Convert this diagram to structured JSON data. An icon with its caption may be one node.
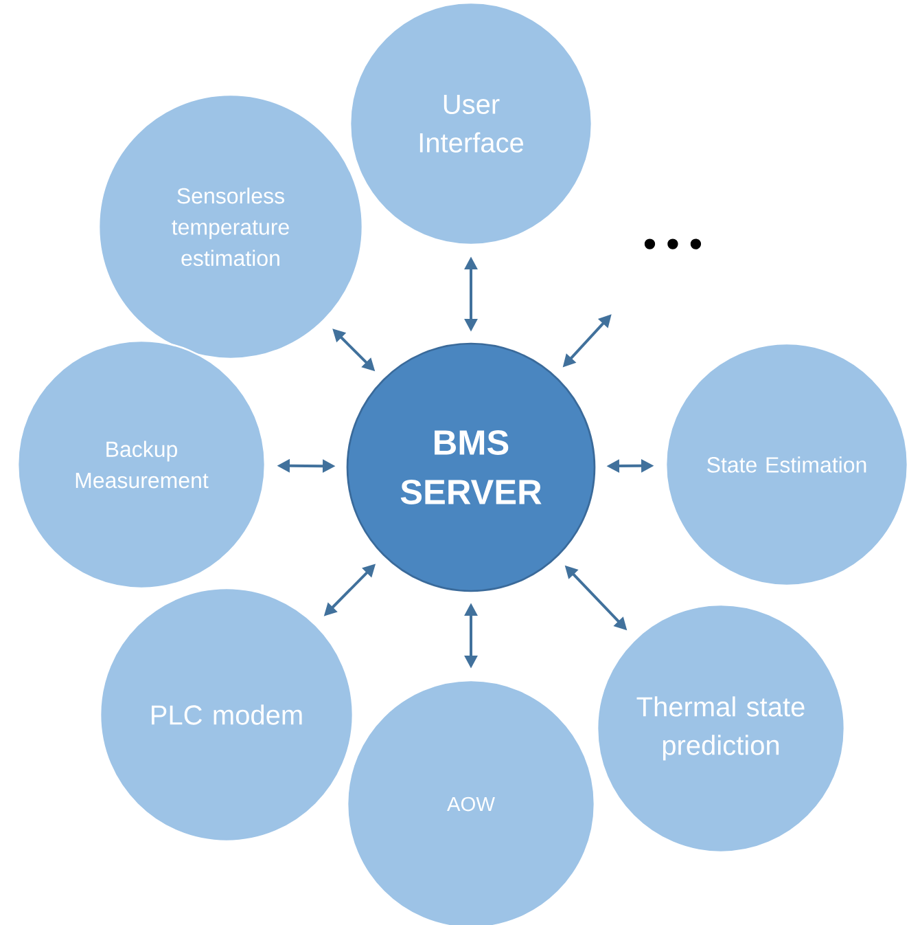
{
  "diagram": {
    "nodes": [
      {
        "text": [
          "Sensorless temperature estimation"
        ]
      },
      {
        "text": [
          "User Interface"
        ]
      },
      {
        "text": [
          "• • •"
        ]
      },
      {
        "text": [
          "Backup Measurement"
        ]
      },
      {
        "text": [
          "BMS SERVER"
        ]
      },
      {
        "text": [
          "State Estimation"
        ]
      },
      {
        "text": [
          "PLC modem"
        ]
      },
      {
        "text": [
          "Thermal state prediction"
        ]
      },
      {
        "text": [
          "AOW"
        ]
      }
    ],
    "edges": [
      {
        "from": 4,
        "to": 0,
        "arrow": "both"
      },
      {
        "from": 4,
        "to": 1,
        "arrow": "both"
      },
      {
        "from": 4,
        "to": 2,
        "arrow": "both"
      },
      {
        "from": 4,
        "to": 3,
        "arrow": "both"
      },
      {
        "from": 4,
        "to": 5,
        "arrow": "both"
      },
      {
        "from": 4,
        "to": 6,
        "arrow": "both"
      },
      {
        "from": 4,
        "to": 7,
        "arrow": "both"
      },
      {
        "from": 4,
        "to": 8,
        "arrow": "both"
      }
    ]
  }
}
